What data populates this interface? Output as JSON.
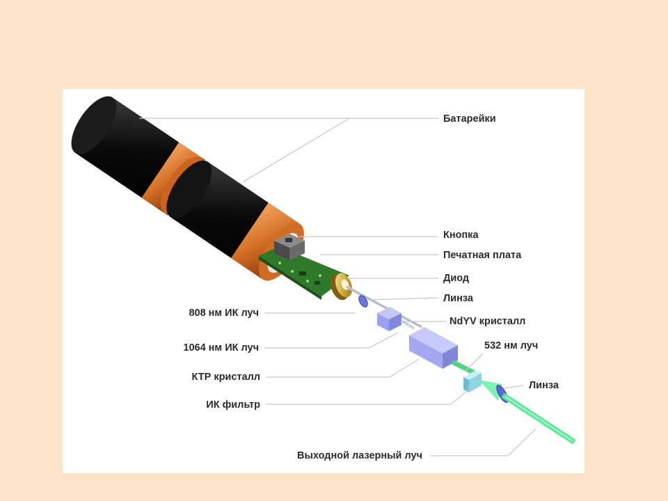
{
  "labels": {
    "batteries": "Батарейки",
    "button": "Кнопка",
    "pcb": "Печатная плата",
    "diode": "Диод",
    "lens1": "Линза",
    "ir808": "808 нм ИК луч",
    "ndyv": "NdYV кристалл",
    "ir1064": "1064 нм ИК луч",
    "beam532": "532 нм луч",
    "ktp": "КТР кристалл",
    "lens2": "Линза",
    "irfilter": "ИК фильтр",
    "output": "Выходной лазерный луч"
  },
  "colors": {
    "background": "#fde3c9",
    "panel": "#ffffff",
    "battery_body": "#111111",
    "battery_band": "#d9792f",
    "pcb": "#2f7a2a",
    "diode": "#d8b640",
    "crystal": "#aab0f2",
    "filter": "#8fd3e3",
    "laser_green": "#66f0a0",
    "text": "#2b2b2b"
  }
}
